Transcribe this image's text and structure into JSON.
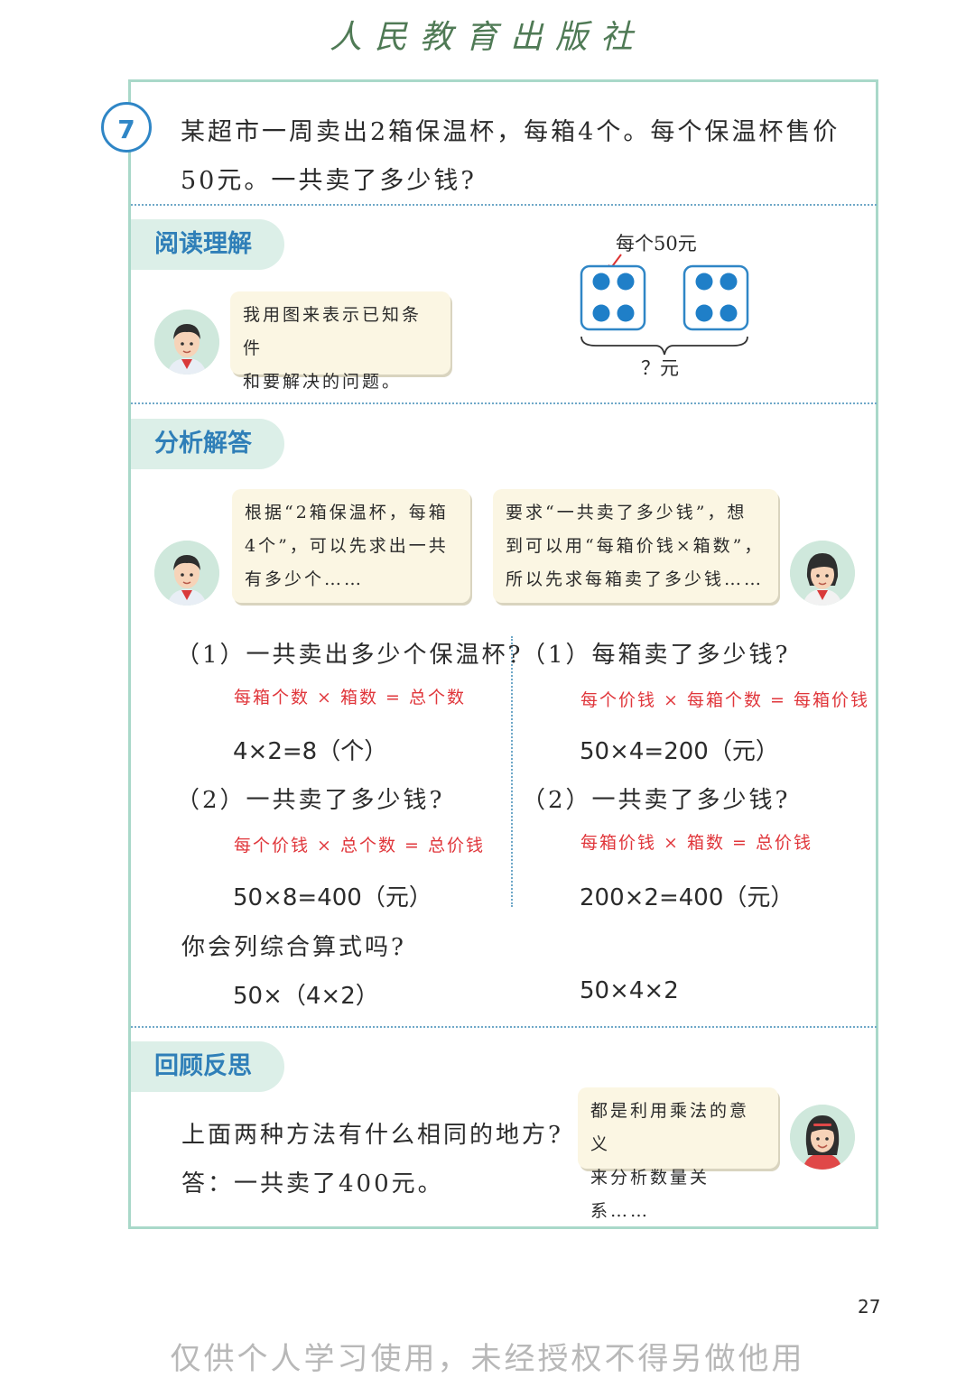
{
  "publisher": "人民教育出版社",
  "problem": {
    "number": "7",
    "line1": "某超市一周卖出2箱保温杯，每箱4个。每个保温杯售价",
    "line2": "50元。一共卖了多少钱?"
  },
  "reading": {
    "tab": "阅读理解",
    "bubble_line1": "我用图来表示已知条件",
    "bubble_line2": "和要解决的问题。",
    "diagram_top_label": "每个50元",
    "diagram_bottom_label": "？元"
  },
  "analysis": {
    "tab": "分析解答",
    "bubble_left": [
      "根据“2箱保温杯，每箱",
      "4个”，可以先求出一共",
      "有多少个……"
    ],
    "bubble_right": [
      "要求“一共卖了多少钱”，想",
      "到可以用“每箱价钱×箱数”，",
      "所以先求每箱卖了多少钱……"
    ],
    "left": {
      "q1": "（1）一共卖出多少个保温杯?",
      "r1": "每箱个数 × 箱数 = 总个数",
      "c1": "4×2=8（个）",
      "q2": "（2）一共卖了多少钱?",
      "r2": "每个价钱 × 总个数 = 总价钱",
      "c2": "50×8=400（元）"
    },
    "right": {
      "q1": "（1）每箱卖了多少钱?",
      "r1": "每个价钱 × 每箱个数 = 每箱价钱",
      "c1": "50×4=200（元）",
      "q2": "（2）一共卖了多少钱?",
      "r2": "每箱价钱 × 箱数 = 总价钱",
      "c2": "200×2=400（元）"
    },
    "combined_question": "你会列综合算式吗?",
    "combined_left": "50×（4×2）",
    "combined_right": "50×4×2"
  },
  "review": {
    "tab": "回顾反思",
    "question": "上面两种方法有什么相同的地方?",
    "answer": "答：一共卖了400元。",
    "bubble_line1": "都是利用乘法的意义",
    "bubble_line2": "来分析数量关系……"
  },
  "page_number": "27",
  "footer": "仅供个人学习使用，未经授权不得另做他用",
  "colors": {
    "accent_blue": "#2f7fb8",
    "red": "#e0363b",
    "frame": "#a9d8c9"
  }
}
